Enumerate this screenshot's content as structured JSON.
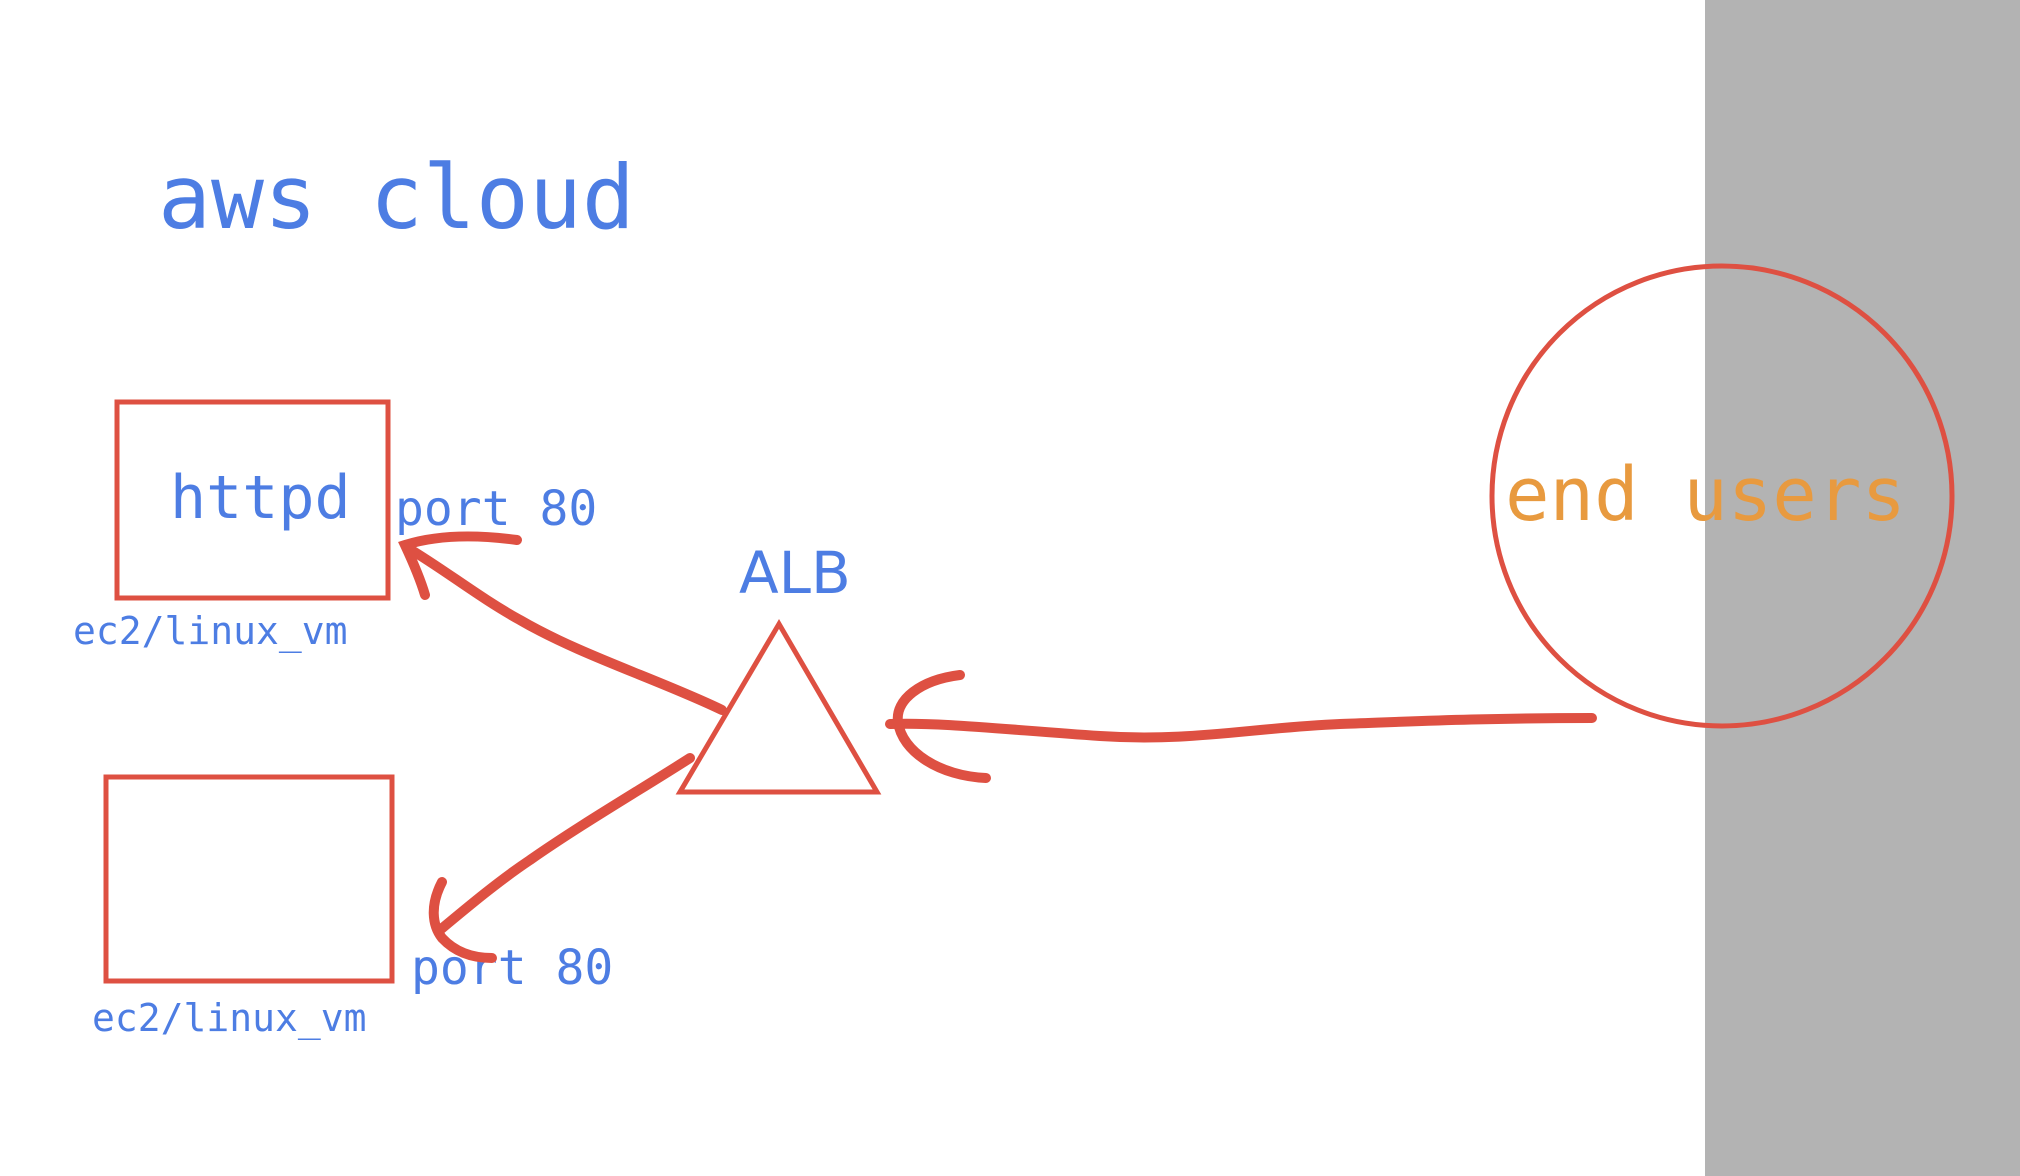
{
  "diagram": {
    "title": "aws cloud",
    "colors": {
      "background": "#ffffff",
      "user_zone": "#b3b3b3",
      "stroke": "#de5042",
      "text_blue": "#4d7de3",
      "text_orange": "#e89a3f"
    },
    "nodes": {
      "vm_top": {
        "inner_label": "httpd",
        "caption": "ec2/linux_vm",
        "port_label": "port 80"
      },
      "vm_bottom": {
        "inner_label": "",
        "caption": "ec2/linux_vm",
        "port_label": "port 80"
      },
      "load_balancer": {
        "label": "ALB"
      },
      "users": {
        "label": "end users"
      }
    },
    "edges": [
      {
        "from": "users",
        "to": "load_balancer"
      },
      {
        "from": "load_balancer",
        "to": "vm_top"
      },
      {
        "from": "load_balancer",
        "to": "vm_bottom"
      }
    ]
  }
}
